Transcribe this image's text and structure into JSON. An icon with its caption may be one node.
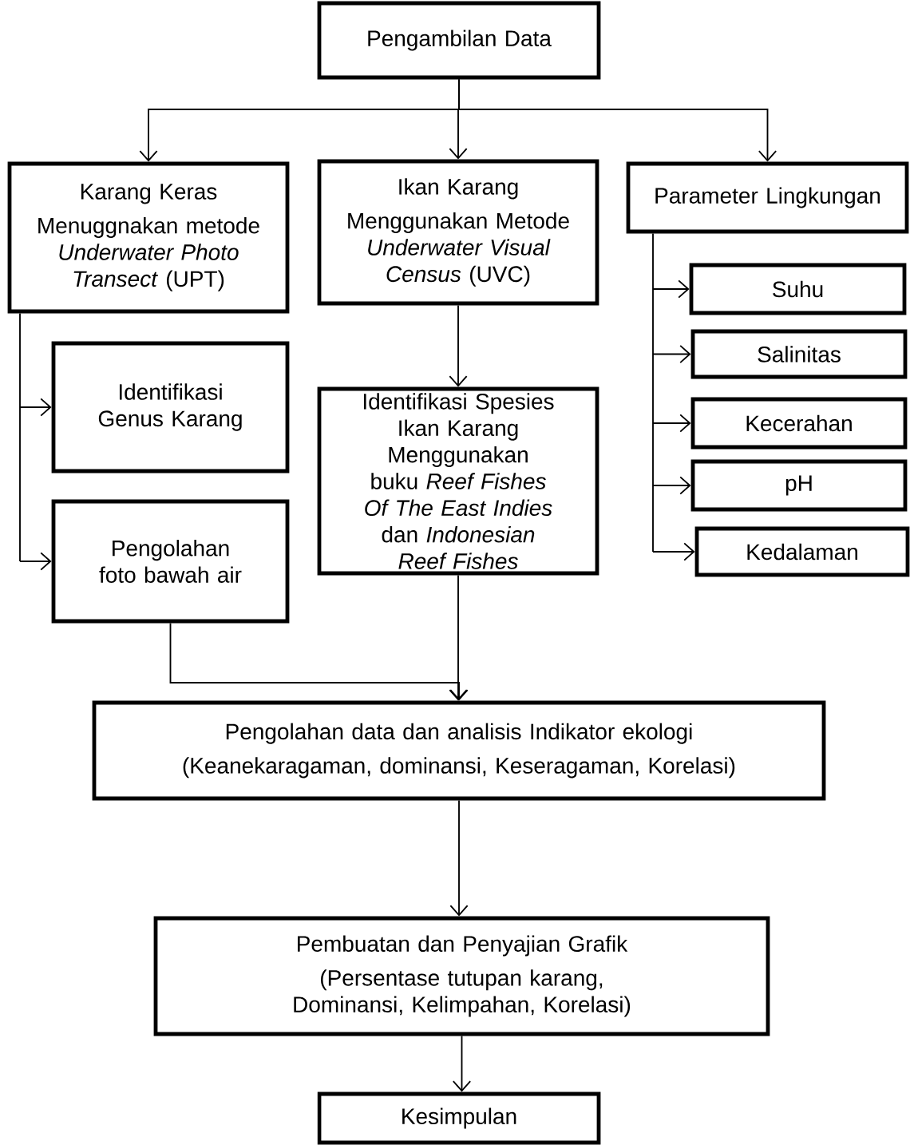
{
  "diagram": {
    "nodes": [
      {
        "text": [
          "Pengambilan Data"
        ]
      },
      {
        "text": [
          "Karang Keras",
          "Menuggnakan metode *Underwater Photo Transect* (UPT)"
        ]
      },
      {
        "text": [
          "Ikan Karang",
          "Menggunakan Metode *Underwater Visual Census* (UVC)"
        ]
      },
      {
        "text": [
          "Parameter Lingkungan"
        ]
      },
      {
        "text": [
          "Identifikasi Genus Karang"
        ]
      },
      {
        "text": [
          "Pengolahan foto bawah air"
        ]
      },
      {
        "text": [
          "Identifikasi Spesies Ikan Karang Menggunakan buku *Reef Fishes Of The East Indies* dan *Indonesian Reef Fishes*"
        ]
      },
      {
        "text": [
          "Suhu"
        ]
      },
      {
        "text": [
          "Salinitas"
        ]
      },
      {
        "text": [
          "Kecerahan"
        ]
      },
      {
        "text": [
          "pH"
        ]
      },
      {
        "text": [
          "Kedalaman"
        ]
      },
      {
        "text": [
          "Pengolahan data dan analisis Indikator ekologi",
          "(Keanekaragaman, dominansi, Keseragaman, Korelasi)"
        ]
      },
      {
        "text": [
          "Pembuatan dan Penyajian Grafik",
          "(Persentase tutupan karang, Dominansi, Kelimpahan, Korelasi)"
        ]
      },
      {
        "text": [
          "Kesimpulan"
        ]
      }
    ],
    "edges": [
      {
        "from": 0,
        "to": 1,
        "arrow": "to"
      },
      {
        "from": 0,
        "to": 2,
        "arrow": "to"
      },
      {
        "from": 0,
        "to": 3,
        "arrow": "to"
      },
      {
        "from": 1,
        "to": 4,
        "arrow": "to"
      },
      {
        "from": 1,
        "to": 5,
        "arrow": "to"
      },
      {
        "from": 2,
        "to": 6,
        "arrow": "to"
      },
      {
        "from": 3,
        "to": 7,
        "arrow": "to"
      },
      {
        "from": 3,
        "to": 8,
        "arrow": "to"
      },
      {
        "from": 3,
        "to": 9,
        "arrow": "to"
      },
      {
        "from": 3,
        "to": 10,
        "arrow": "to"
      },
      {
        "from": 3,
        "to": 11,
        "arrow": "to"
      },
      {
        "from": 5,
        "to": 12,
        "arrow": "to"
      },
      {
        "from": 6,
        "to": 12,
        "arrow": "to"
      },
      {
        "from": 12,
        "to": 13,
        "arrow": "to"
      },
      {
        "from": 13,
        "to": 14,
        "arrow": "to"
      }
    ]
  }
}
